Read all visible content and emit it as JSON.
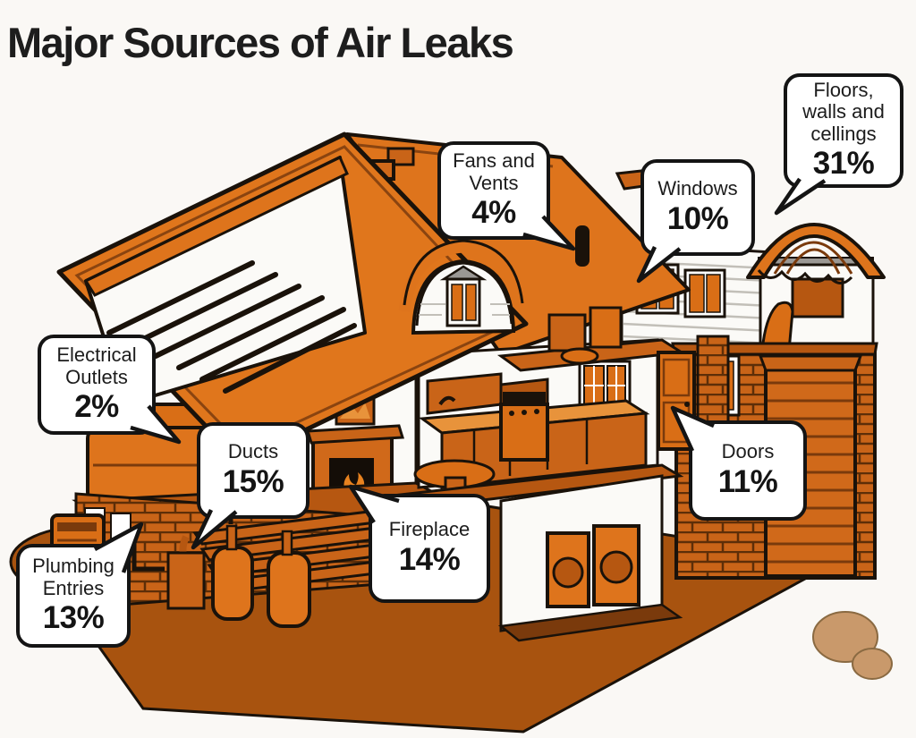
{
  "title": "Major Sources of Air Leaks",
  "callouts": [
    {
      "name": "floors-walls-ceilings",
      "label": "Floors,\nwalls and\ncellings",
      "value": "31%"
    },
    {
      "name": "windows",
      "label": "Windows",
      "value": "10%"
    },
    {
      "name": "fans-and-vents",
      "label": "Fans and\nVents",
      "value": "4%"
    },
    {
      "name": "electrical-outlets",
      "label": "Electrical\nOutlets",
      "value": "2%"
    },
    {
      "name": "ducts",
      "label": "Ducts",
      "value": "15%"
    },
    {
      "name": "fireplace",
      "label": "Fireplace",
      "value": "14%"
    },
    {
      "name": "doors",
      "label": "Doors",
      "value": "11%"
    },
    {
      "name": "plumbing-entries",
      "label": "Plumbing\nEntries",
      "value": "13%"
    }
  ],
  "colors": {
    "house_orange": "#DE741C",
    "roof_orange": "#E0761C",
    "dark_orange": "#A8530F",
    "brick_orange": "#C96418",
    "outline": "#1A120A",
    "bubble_border": "#141414",
    "background": "#FAF8F5",
    "title_text": "#1D1D1D"
  }
}
